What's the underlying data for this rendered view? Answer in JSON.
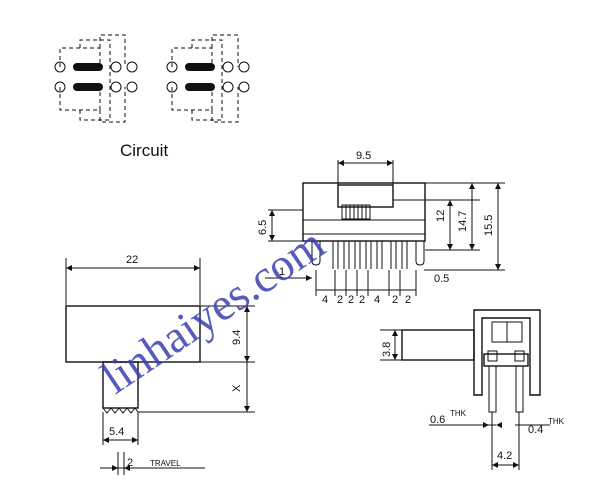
{
  "circuit": {
    "caption": "Circuit"
  },
  "dimensions": {
    "length_22": "22",
    "height_9_4": "9.4",
    "x_label": "X",
    "width_5_4": "5.4",
    "travel_value": "2",
    "travel_label": "TRAVEL",
    "width_9_5": "9.5",
    "height_6_5": "6.5",
    "height_12": "12",
    "height_14_7": "14.7",
    "height_15_5": "15.5",
    "gap_1": "1",
    "gap_0_5": "0.5",
    "pitch_4a": "4",
    "pitch_2a": "2",
    "pitch_2b": "2",
    "pitch_2c": "2",
    "pitch_4b": "4",
    "pitch_2d": "2",
    "pitch_2e": "2",
    "height_3_8": "3.8",
    "thk_0_6": "0.6",
    "thk_0_4": "0.4",
    "thk_sup": "THK",
    "width_4_2": "4.2"
  },
  "watermark": {
    "text": "linhaiyes.com"
  }
}
